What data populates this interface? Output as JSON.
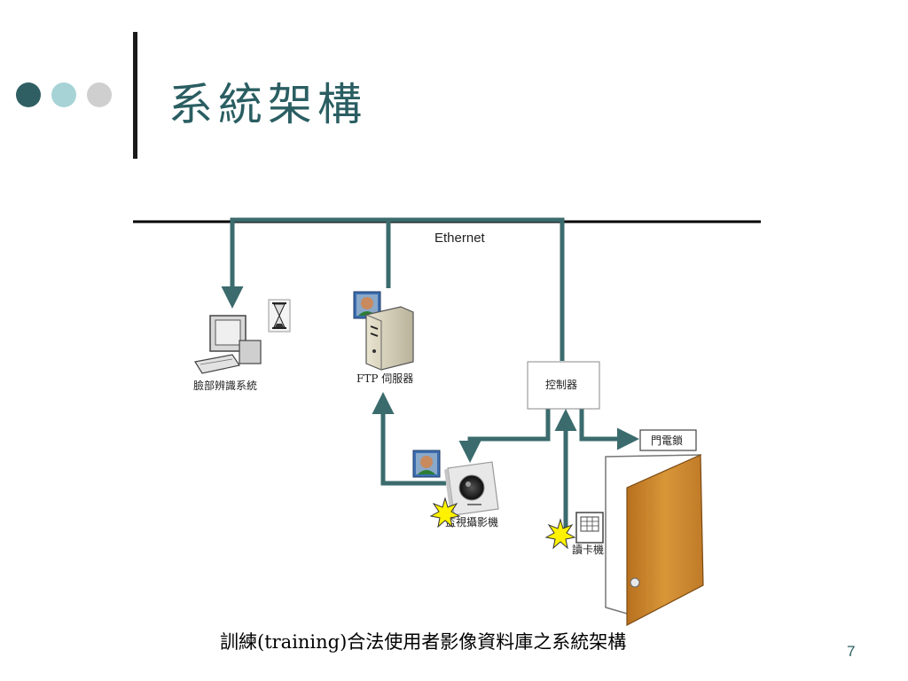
{
  "slide": {
    "title": "系統架構",
    "caption": "訓練(training)合法使用者影像資料庫之系統架構",
    "page_number": "7"
  },
  "diagram": {
    "network_label": "Ethernet",
    "nodes": {
      "face_system": "臉部辨識系統",
      "ftp_server": "FTP 伺服器",
      "controller": "控制器",
      "door_lock": "門電鎖",
      "camera": "監視攝影機",
      "card_reader": "讀卡機"
    },
    "icons": [
      "hourglass-icon",
      "face-photo-icon",
      "computer-icon",
      "server-icon",
      "camera-icon",
      "card-reader-icon",
      "spark-icon",
      "door-icon"
    ],
    "colors": {
      "title": "#2a5e62",
      "connector": "#3b6b6d",
      "door": "#d08a2e"
    }
  }
}
